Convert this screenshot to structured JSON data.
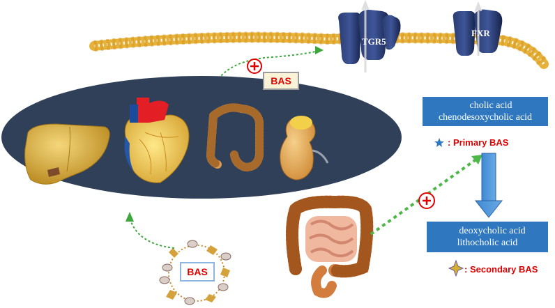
{
  "receptors": {
    "tgr5": "TGR5",
    "fxr": "FXR"
  },
  "bas_upper": "BAS",
  "bas_lower": "BAS",
  "primary_box": {
    "line1": "cholic acid",
    "line2": "chenodesoxycholic  acid"
  },
  "primary_legend": ": Primary  BAS",
  "secondary_box": {
    "line1": "deoxycholic acid",
    "line2": "lithocholic acid"
  },
  "secondary_legend": ": Secondary  BAS",
  "colors": {
    "membrane": "#e8b83a",
    "receptor": "#1d2d5c",
    "ellipse": "#2f4058",
    "blue_box": "#2f77bf",
    "arrow_green": "#3ca83c",
    "plus_red": "#e00000"
  }
}
